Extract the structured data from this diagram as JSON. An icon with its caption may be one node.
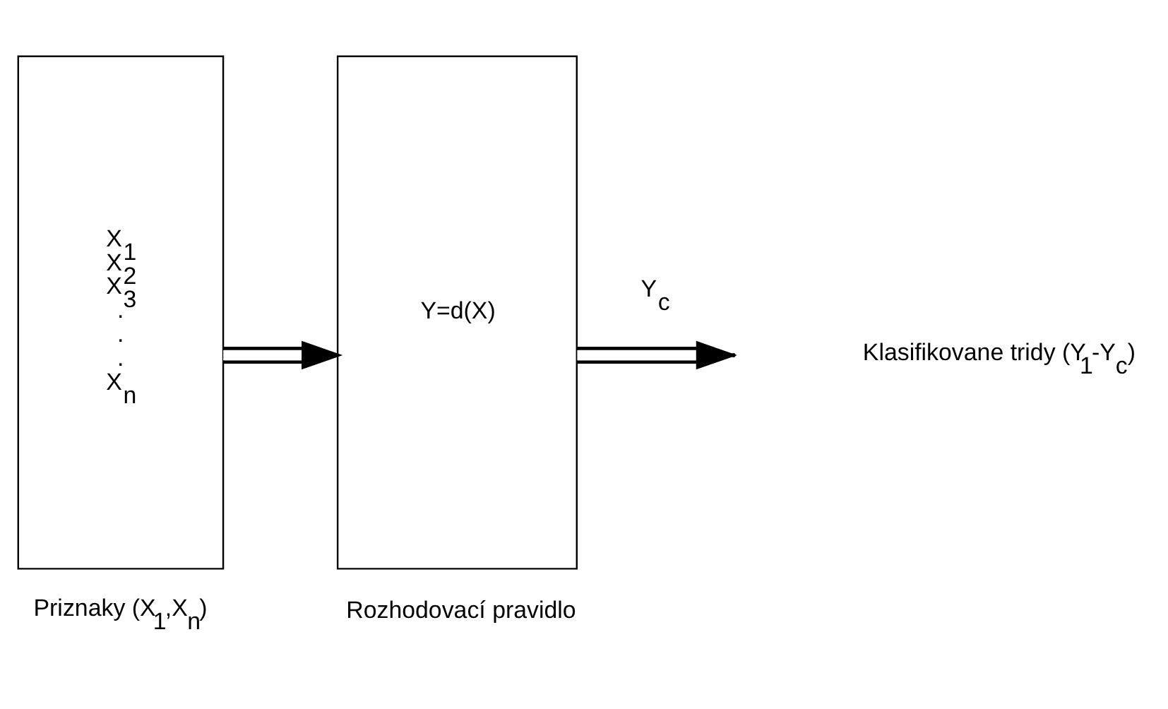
{
  "diagram": {
    "nodes": [
      {
        "text": [
          "X$_{1}$",
          "X$_{2}$",
          "X$_{3}$",
          ".",
          ".",
          ".",
          "X$_{n}$"
        ],
        "beside": [
          "Priznaky (X$_{1}$,X$_{n}$)"
        ]
      },
      {
        "text": [
          "Y=d(X)"
        ],
        "beside": [
          "Rozhodovací pravidlo"
        ]
      }
    ],
    "edges": [
      {
        "from": 0,
        "to": 1,
        "arrow": "to"
      },
      {
        "from": 1,
        "to": null,
        "arrow": "to",
        "label": "Y$_{c}$"
      }
    ],
    "labels": [
      "Klasifikovane tridy (Y$_{1}$-Y$_{c}$)"
    ]
  }
}
